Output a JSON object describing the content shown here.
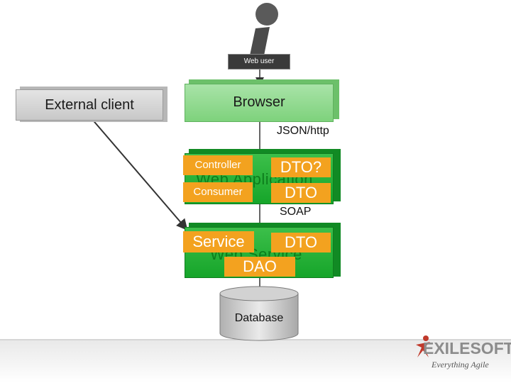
{
  "actors": {
    "web_user": "Web user",
    "external_client": "External client",
    "browser": "Browser",
    "database": "Database"
  },
  "protocols": {
    "json_http": "JSON/http",
    "soap": "SOAP"
  },
  "web_application": {
    "title": "Web Application",
    "controller": "Controller",
    "consumer": "Consumer",
    "dto_top": "DTO?",
    "dto": "DTO"
  },
  "web_service": {
    "title": "Web Service",
    "service": "Service",
    "dto": "DTO",
    "dao": "DAO"
  },
  "logo": {
    "name": "EXILESOFT",
    "tagline": "Everything Agile"
  },
  "colors": {
    "green": "#16a52a",
    "light_green": "#8fd88d",
    "orange": "#f3a21f",
    "logo_red": "#c0392b"
  }
}
